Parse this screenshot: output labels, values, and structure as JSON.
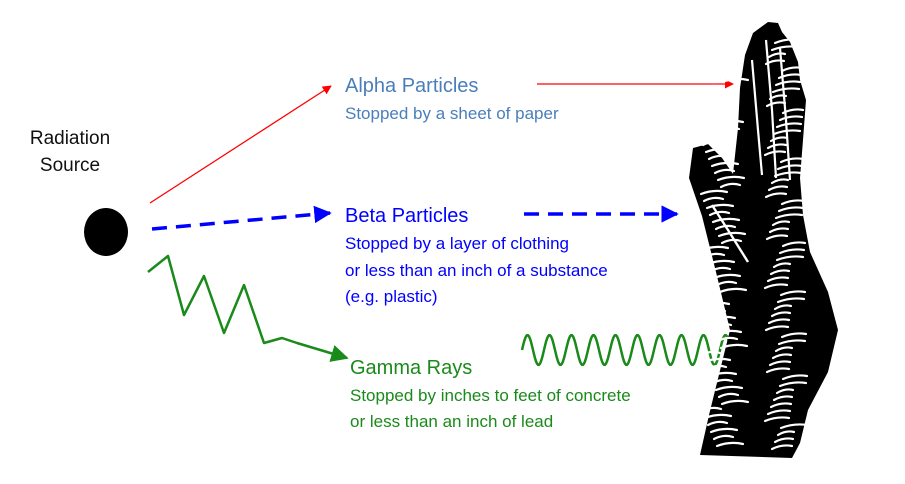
{
  "source": {
    "line1": "Radiation",
    "line2": "Source"
  },
  "alpha": {
    "title": "Alpha Particles",
    "desc": "Stopped by a sheet of paper",
    "color": "#4a7ebb"
  },
  "beta": {
    "title": "Beta Particles",
    "desc1": "Stopped by a layer of clothing",
    "desc2": "or less than an inch of a substance",
    "desc3": "(e.g. plastic)",
    "color": "#0000ff"
  },
  "gamma": {
    "title": "Gamma Rays",
    "desc1": "Stopped by inches to feet of concrete",
    "desc2": "or less than an inch of lead",
    "color": "#1a8a1a"
  },
  "alpha_arrow_color": "#ff0000",
  "source_color": "#000000",
  "icons": [
    "radiation-source-dot",
    "hand-icon"
  ]
}
